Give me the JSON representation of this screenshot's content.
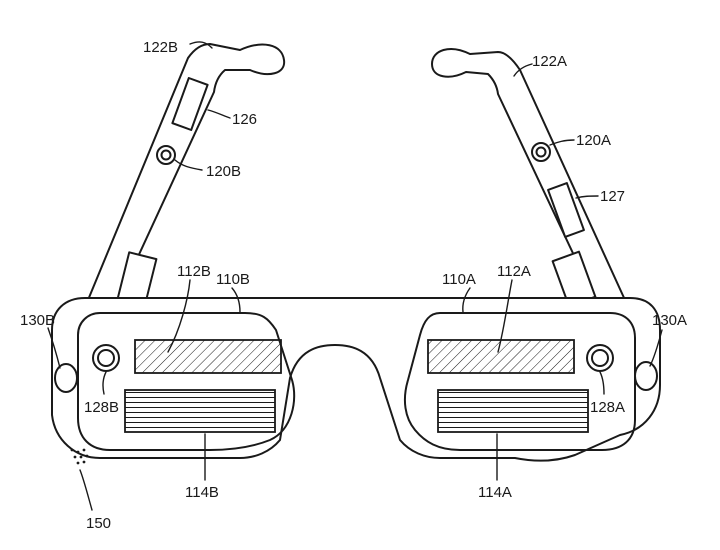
{
  "diagram": {
    "labels": {
      "temple_left": "122B",
      "temple_right": "122A",
      "sensor_left": "126",
      "sensor_right": "127",
      "camera_left": "120B",
      "camera_right": "120A",
      "display_left": "112B",
      "display_right": "112A",
      "lens_left": "110B",
      "lens_right": "110A",
      "side_left": "130B",
      "side_right": "130A",
      "eye_cam_left": "128B",
      "eye_cam_right": "128A",
      "strip_left": "114B",
      "strip_right": "114A",
      "mic": "150"
    }
  }
}
